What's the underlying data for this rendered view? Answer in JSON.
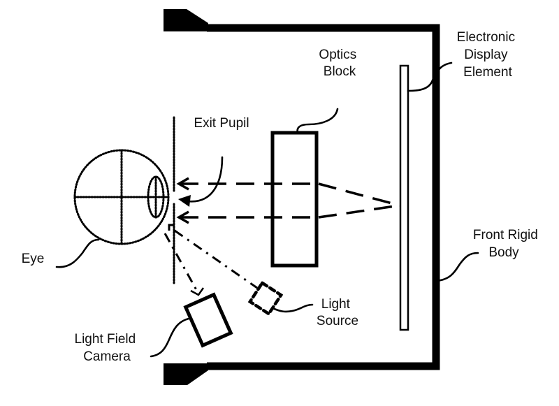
{
  "diagram": {
    "title": "Head-mounted display with light field camera eye tracking",
    "colors": {
      "ink": "#000000",
      "text": "#111111",
      "background": "#ffffff"
    },
    "labels": {
      "optics_block": [
        "Optics",
        "Block"
      ],
      "electronic_display": [
        "Electronic",
        "Display",
        "Element"
      ],
      "exit_pupil": [
        "Exit Pupil"
      ],
      "eye": [
        "Eye"
      ],
      "front_rigid_body": [
        "Front Rigid",
        "Body"
      ],
      "light_source": [
        "Light",
        "Source"
      ],
      "light_field_camera": [
        "Light Field",
        "Camera"
      ]
    },
    "components": [
      {
        "id": "front_rigid_body",
        "shape": "housing",
        "line": "solid-thick"
      },
      {
        "id": "electronic_display",
        "shape": "thin-rectangle",
        "line": "solid"
      },
      {
        "id": "optics_block",
        "shape": "rectangle",
        "line": "solid"
      },
      {
        "id": "exit_pupil",
        "shape": "vertical-line",
        "line": "dotted"
      },
      {
        "id": "eye",
        "shape": "circle-with-crosshair-and-lens",
        "line": "dotted"
      },
      {
        "id": "light_source",
        "shape": "rotated-square",
        "line": "dashed"
      },
      {
        "id": "light_field_camera",
        "shape": "rotated-rectangle",
        "line": "solid"
      }
    ],
    "rays": [
      {
        "from": "electronic_display",
        "to": "exit_pupil",
        "via": "optics_block",
        "style": "dashed",
        "count": 2,
        "arrow": "open"
      },
      {
        "from": "light_source",
        "to": "eye",
        "style": "dash-dot"
      },
      {
        "from": "eye",
        "to": "light_field_camera",
        "style": "dash-dot",
        "arrow": "open"
      }
    ]
  }
}
